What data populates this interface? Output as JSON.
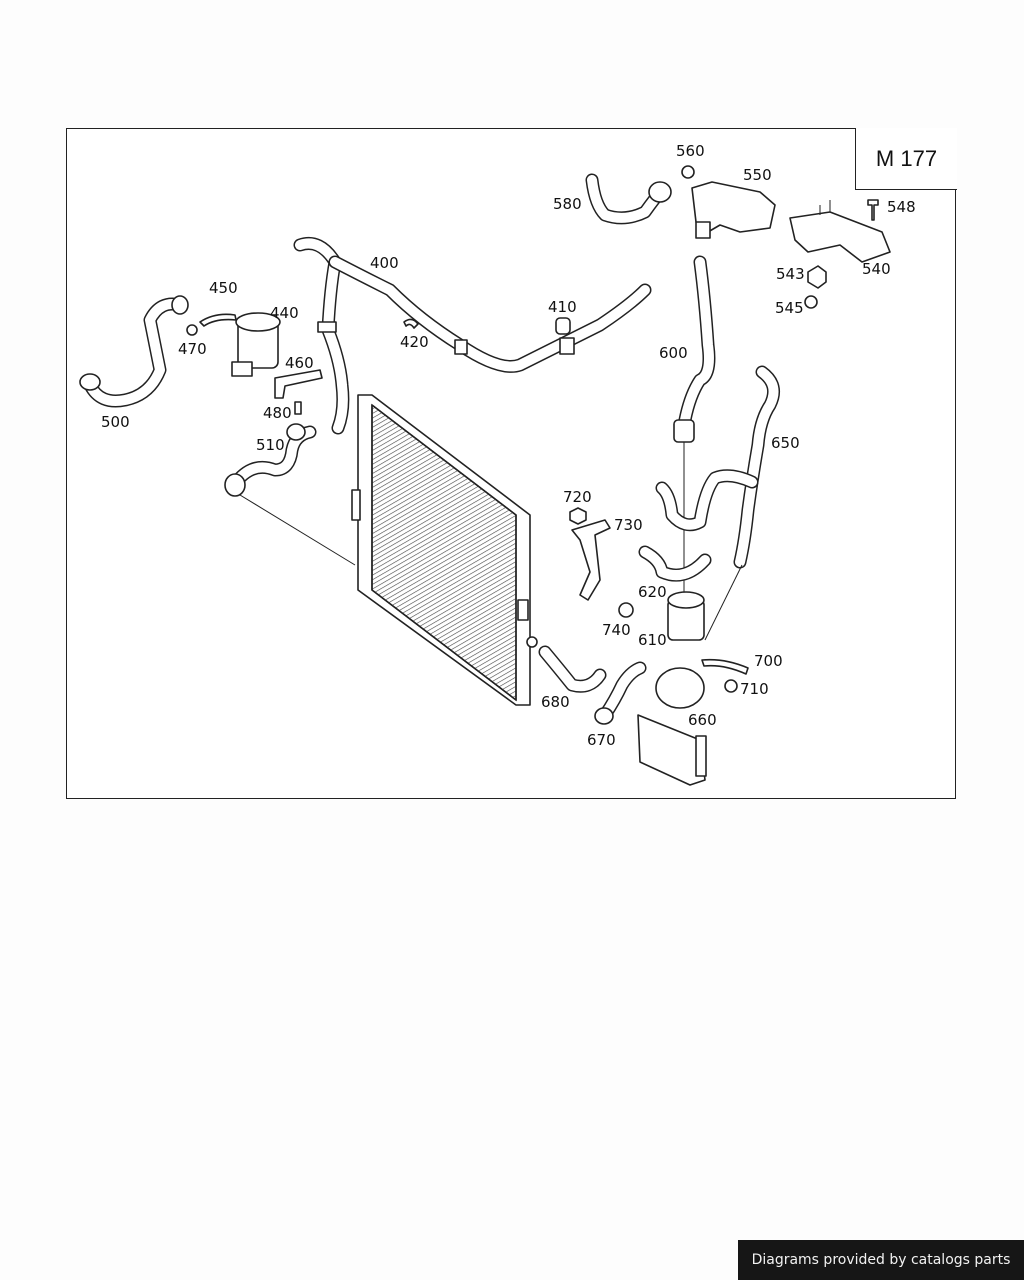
{
  "diagram": {
    "model_code": "M 177",
    "labels": [
      {
        "id": "p400",
        "text": "400"
      },
      {
        "id": "p410",
        "text": "410"
      },
      {
        "id": "p420",
        "text": "420"
      },
      {
        "id": "p440",
        "text": "440"
      },
      {
        "id": "p450",
        "text": "450"
      },
      {
        "id": "p460",
        "text": "460"
      },
      {
        "id": "p470",
        "text": "470"
      },
      {
        "id": "p480",
        "text": "480"
      },
      {
        "id": "p500",
        "text": "500"
      },
      {
        "id": "p510",
        "text": "510"
      },
      {
        "id": "p540",
        "text": "540"
      },
      {
        "id": "p543",
        "text": "543"
      },
      {
        "id": "p545",
        "text": "545"
      },
      {
        "id": "p548",
        "text": "548"
      },
      {
        "id": "p550",
        "text": "550"
      },
      {
        "id": "p560",
        "text": "560"
      },
      {
        "id": "p580",
        "text": "580"
      },
      {
        "id": "p600",
        "text": "600"
      },
      {
        "id": "p610",
        "text": "610"
      },
      {
        "id": "p620",
        "text": "620"
      },
      {
        "id": "p650",
        "text": "650"
      },
      {
        "id": "p660",
        "text": "660"
      },
      {
        "id": "p670",
        "text": "670"
      },
      {
        "id": "p680",
        "text": "680"
      },
      {
        "id": "p700",
        "text": "700"
      },
      {
        "id": "p710",
        "text": "710"
      },
      {
        "id": "p720",
        "text": "720"
      },
      {
        "id": "p730",
        "text": "730"
      },
      {
        "id": "p740",
        "text": "740"
      }
    ]
  },
  "footer": {
    "credit": "Diagrams provided by catalogs parts"
  }
}
